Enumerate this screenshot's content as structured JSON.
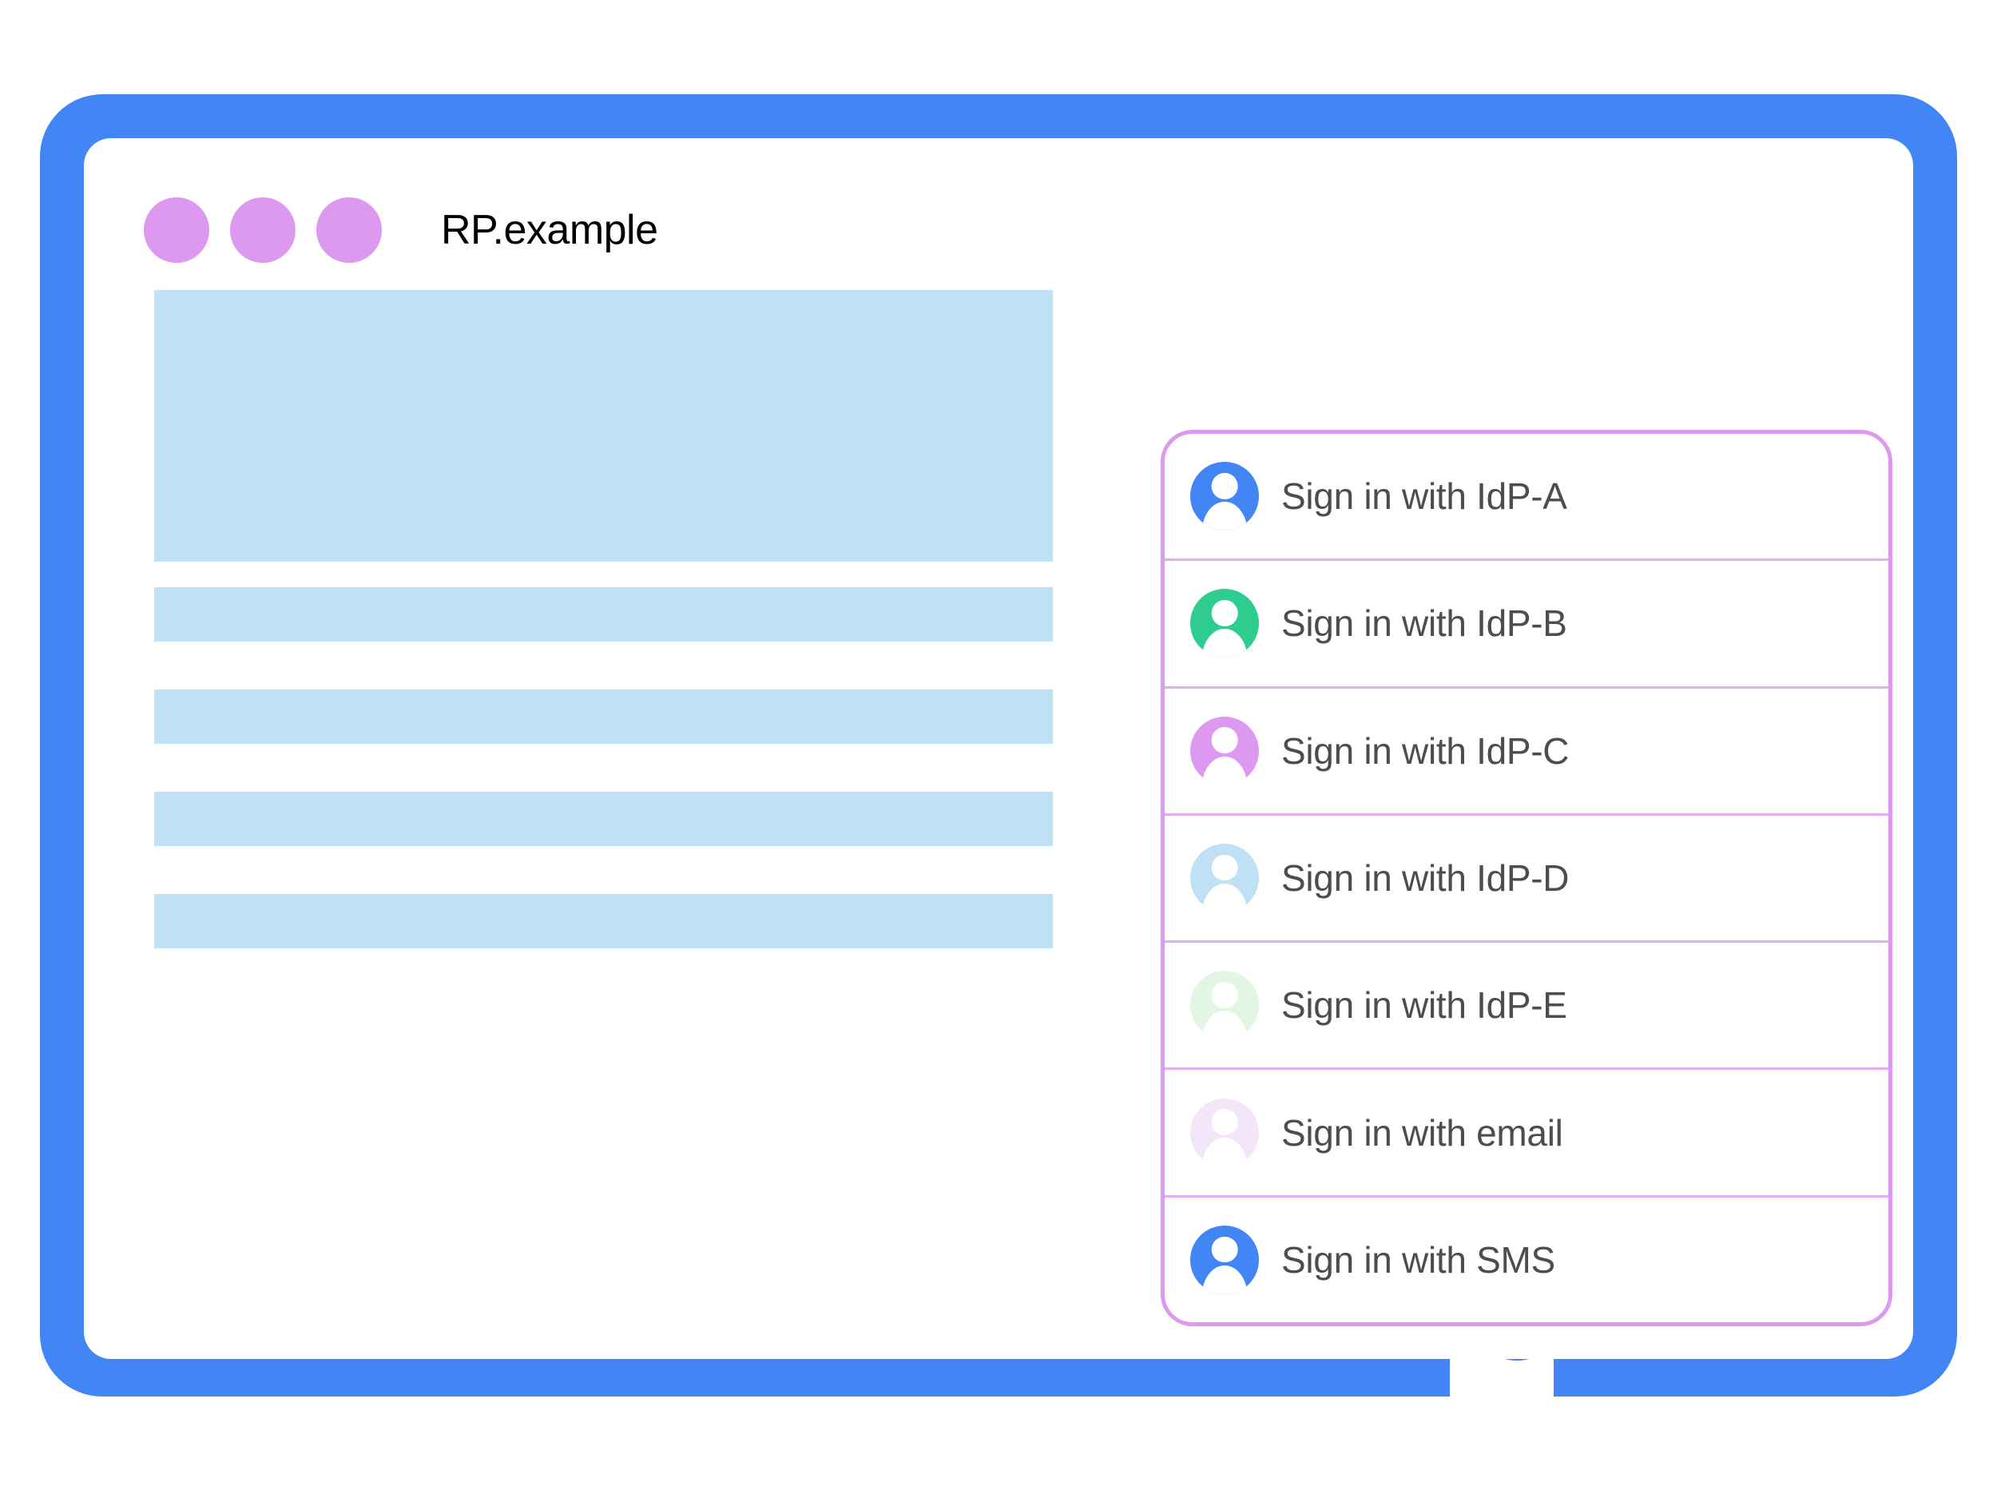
{
  "device": {
    "frame_color": "#4285f4",
    "home_button_name": "home-button"
  },
  "browser": {
    "title": "RP.example",
    "chrome_dot_color": "#dd99f0",
    "chrome_dots": [
      "chrome-dot-1",
      "chrome-dot-2",
      "chrome-dot-3"
    ]
  },
  "content": {
    "placeholder_color": "#bfe0f5",
    "blocks": [
      {
        "name": "content-hero-block",
        "kind": "hero"
      },
      {
        "name": "content-bar-block-1",
        "kind": "bar"
      },
      {
        "name": "content-bar-block-2",
        "kind": "bar"
      },
      {
        "name": "content-bar-block-3",
        "kind": "bar"
      },
      {
        "name": "content-bar-block-4",
        "kind": "bar"
      }
    ]
  },
  "account_chooser": {
    "border_color": "#dd99f0",
    "divider_color": "#e3aef2",
    "accounts": [
      {
        "label": "Sign in with IdP-A",
        "avatar_color": "#4285f4"
      },
      {
        "label": "Sign in with IdP-B",
        "avatar_color": "#2ecc8f"
      },
      {
        "label": "Sign in with IdP-C",
        "avatar_color": "#dd99f0"
      },
      {
        "label": "Sign in with IdP-D",
        "avatar_color": "#bfe0f5"
      },
      {
        "label": "Sign in with IdP-E",
        "avatar_color": "#e3f5e3"
      },
      {
        "label": "Sign in with email",
        "avatar_color": "#f3e6f9"
      },
      {
        "label": "Sign in with SMS",
        "avatar_color": "#4285f4"
      }
    ]
  }
}
